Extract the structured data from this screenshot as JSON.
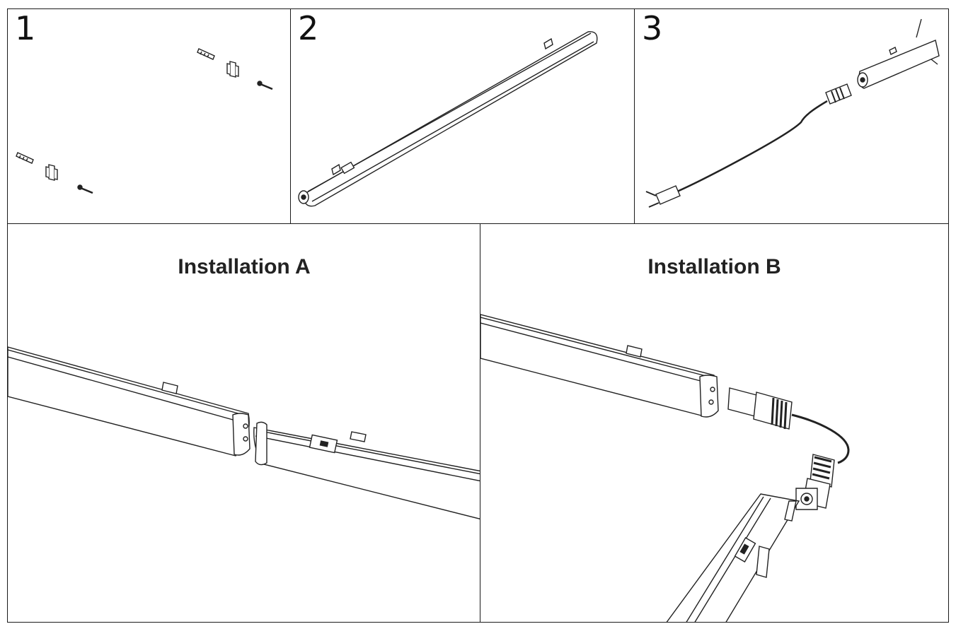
{
  "steps": [
    {
      "number": "1"
    },
    {
      "number": "2"
    },
    {
      "number": "3"
    }
  ],
  "installations": [
    {
      "title": "Installation A"
    },
    {
      "title": "Installation B"
    }
  ]
}
